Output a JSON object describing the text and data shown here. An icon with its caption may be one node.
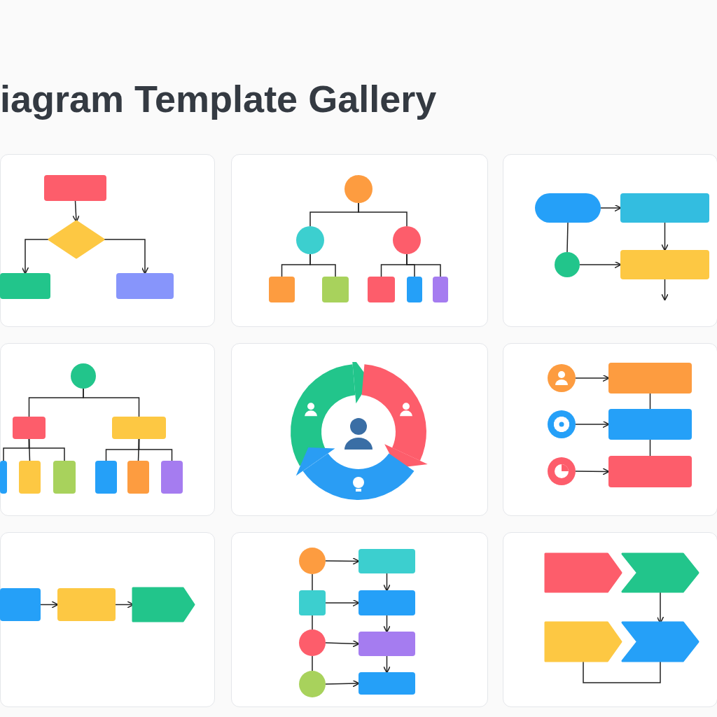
{
  "diagram": {
    "title": "iagram Template Gallery",
    "nodes": [
      {
        "text": [],
        "shape": "box"
      },
      {
        "text": [],
        "shape": "diamond"
      },
      {
        "text": [],
        "shape": "box"
      },
      {
        "text": [],
        "shape": "box"
      },
      {
        "text": [],
        "shape": "circle"
      },
      {
        "text": [],
        "shape": "circle"
      },
      {
        "text": [],
        "shape": "circle"
      },
      {
        "text": [],
        "shape": "box"
      },
      {
        "text": [],
        "shape": "box"
      },
      {
        "text": [],
        "shape": "box"
      },
      {
        "text": [],
        "shape": "box"
      },
      {
        "text": [],
        "shape": "box"
      },
      {
        "text": [],
        "shape": "box"
      },
      {
        "text": [],
        "shape": "box"
      },
      {
        "text": [],
        "shape": "circle"
      },
      {
        "text": [],
        "shape": "box"
      },
      {
        "text": [],
        "shape": "circle"
      },
      {
        "text": [],
        "shape": "box"
      },
      {
        "text": [],
        "shape": "box"
      },
      {
        "text": [],
        "shape": "box"
      },
      {
        "text": [],
        "shape": "box"
      },
      {
        "text": [],
        "shape": "box"
      },
      {
        "text": [],
        "shape": "box"
      },
      {
        "text": [],
        "shape": "box"
      },
      {
        "text": [],
        "shape": "box"
      },
      {
        "text": [],
        "shape": "circle"
      },
      {
        "text": [],
        "shape": "box"
      },
      {
        "text": [],
        "shape": "circle"
      },
      {
        "text": [],
        "shape": "box"
      },
      {
        "text": [],
        "shape": "circle"
      },
      {
        "text": [],
        "shape": "box"
      },
      {
        "text": [],
        "shape": "box"
      },
      {
        "text": [],
        "shape": "box"
      },
      {
        "text": [],
        "shape": "pentagon"
      },
      {
        "text": [],
        "shape": "circle"
      },
      {
        "text": [],
        "shape": "box"
      },
      {
        "text": [],
        "shape": "circle"
      },
      {
        "text": [],
        "shape": "circle"
      },
      {
        "text": [],
        "shape": "box"
      },
      {
        "text": [],
        "shape": "box"
      },
      {
        "text": [],
        "shape": "box"
      },
      {
        "text": [],
        "shape": "box"
      },
      {
        "text": [],
        "shape": "pentagon"
      },
      {
        "text": [],
        "shape": "chevron"
      },
      {
        "text": [],
        "shape": "pentagon"
      },
      {
        "text": [],
        "shape": "chevron"
      }
    ],
    "edges": [
      {
        "from": 0,
        "to": 1,
        "arrow": "to"
      },
      {
        "from": 1,
        "to": 2,
        "arrow": "to"
      },
      {
        "from": 1,
        "to": 3,
        "arrow": "to"
      },
      {
        "from": 4,
        "to": 5,
        "arrow": "none"
      },
      {
        "from": 4,
        "to": 6,
        "arrow": "none"
      },
      {
        "from": 5,
        "to": 7,
        "arrow": "none"
      },
      {
        "from": 5,
        "to": 8,
        "arrow": "none"
      },
      {
        "from": 6,
        "to": 9,
        "arrow": "none"
      },
      {
        "from": 6,
        "to": 10,
        "arrow": "none"
      },
      {
        "from": 6,
        "to": 11,
        "arrow": "none"
      },
      {
        "from": 12,
        "to": 13,
        "arrow": "to"
      },
      {
        "from": 12,
        "to": 14,
        "arrow": "none"
      },
      {
        "from": 14,
        "to": 15,
        "arrow": "to"
      },
      {
        "from": 13,
        "to": 15,
        "arrow": "to"
      },
      {
        "from": 15,
        "to": null,
        "arrow": "to"
      },
      {
        "from": 16,
        "to": 17,
        "arrow": "none"
      },
      {
        "from": 16,
        "to": 18,
        "arrow": "none"
      },
      {
        "from": 17,
        "to": 19,
        "arrow": "none"
      },
      {
        "from": 17,
        "to": 20,
        "arrow": "none"
      },
      {
        "from": 17,
        "to": 21,
        "arrow": "none"
      },
      {
        "from": 18,
        "to": 22,
        "arrow": "none"
      },
      {
        "from": 18,
        "to": 23,
        "arrow": "none"
      },
      {
        "from": 18,
        "to": 24,
        "arrow": "none"
      },
      {
        "from": 25,
        "to": 26,
        "arrow": "to"
      },
      {
        "from": 27,
        "to": 28,
        "arrow": "to"
      },
      {
        "from": 29,
        "to": 30,
        "arrow": "to"
      },
      {
        "from": 26,
        "to": 28,
        "arrow": "none"
      },
      {
        "from": 28,
        "to": 30,
        "arrow": "none"
      },
      {
        "from": 31,
        "to": 32,
        "arrow": "to"
      },
      {
        "from": 32,
        "to": 33,
        "arrow": "to"
      },
      {
        "from": 34,
        "to": 35,
        "arrow": "none"
      },
      {
        "from": 35,
        "to": 36,
        "arrow": "none"
      },
      {
        "from": 36,
        "to": 37,
        "arrow": "none"
      },
      {
        "from": 34,
        "to": 38,
        "arrow": "to"
      },
      {
        "from": 35,
        "to": 39,
        "arrow": "to"
      },
      {
        "from": 36,
        "to": 40,
        "arrow": "to"
      },
      {
        "from": 37,
        "to": 41,
        "arrow": "to"
      },
      {
        "from": 38,
        "to": 39,
        "arrow": "to"
      },
      {
        "from": 39,
        "to": 40,
        "arrow": "to"
      },
      {
        "from": 40,
        "to": 41,
        "arrow": "to"
      },
      {
        "from": 43,
        "to": 45,
        "arrow": "to"
      },
      {
        "from": 44,
        "to": 45,
        "arrow": "none"
      }
    ]
  }
}
